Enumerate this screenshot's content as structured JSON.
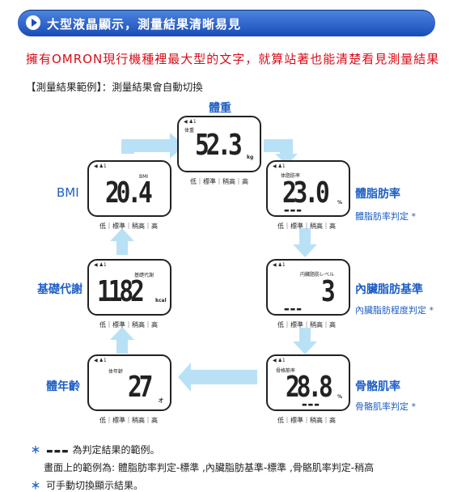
{
  "banner": {
    "title": "大型液晶顯示，測量結果清晰易見",
    "accent": "#1f5fc6",
    "headline_color": "#d80c18"
  },
  "headline": "擁有OMRON現行機種裡最大型的文字，就算站著也能清楚看見測量結果",
  "example_title": "【測量結果範例】：測量結果會自動切換",
  "scale": "低｜標準｜稍高｜高",
  "screens": {
    "weight": {
      "name": "體重",
      "display_label": "体重",
      "value": "52.3",
      "unit": "kg",
      "top": "◀ ♟1"
    },
    "body_fat": {
      "name": "體脂肪率",
      "display_label": "体脂肪率",
      "value": "23.0",
      "unit": "%",
      "top": "◀ ♟1",
      "judgement": "體脂肪率判定 *",
      "bars": "▬▬▬"
    },
    "bmi": {
      "name": "BMI",
      "display_label": "BMI",
      "value": "20.4",
      "top": "◀ ♟1"
    },
    "basal": {
      "name": "基礎代謝",
      "display_label": "基礎代謝",
      "value": "1182",
      "unit": "kcal",
      "top": "◀ ♟1"
    },
    "visceral": {
      "name": "內臟脂肪基準",
      "display_label": "内臓脂肪レベル",
      "value": "3",
      "top": "◀ ♟1",
      "judgement": "內臟脂肪程度判定 *",
      "bars": "▬▬▬"
    },
    "age": {
      "name": "體年齡",
      "display_label": "体年齢",
      "value": "27",
      "unit": "才",
      "top": "◀ ♟1"
    },
    "muscle": {
      "name": "骨骼肌率",
      "display_label": "骨格筋率",
      "value": "28.8",
      "unit": "%",
      "top": "◀ ♟1",
      "judgement": "骨骼肌率判定 *",
      "bars": "▬▬▬"
    }
  },
  "footer": {
    "note1_star": "＊",
    "note1_bars": "▬▬▬",
    "note1": "為判定結果的範例。",
    "note2": "畫面上的範例為: 體脂肪率判定-標準 ,內臟脂肪基準-標準 ,骨骼肌率判定-稍高",
    "note3_star": "＊",
    "note3": "可手動切換顯示結果。"
  }
}
